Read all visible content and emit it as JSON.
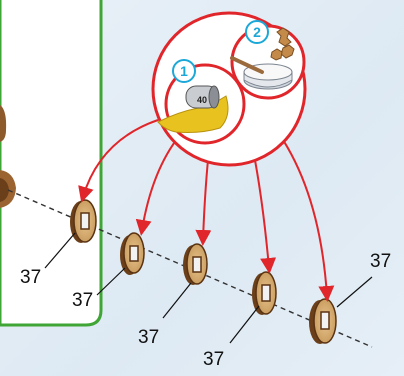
{
  "callout": {
    "steps": [
      {
        "number": "1",
        "icon": "sandpaper-roll-icon",
        "text": "40"
      },
      {
        "number": "2",
        "icon": "glue-bowl-icon"
      }
    ],
    "colors": {
      "ring": "#e0262b",
      "arrows": "#e0262b",
      "step_badge": "#1ba8d8",
      "panel_border": "#3fa535"
    }
  },
  "parts": [
    {
      "label": "37"
    },
    {
      "label": "37"
    },
    {
      "label": "37"
    },
    {
      "label": "37"
    },
    {
      "label": "37"
    }
  ]
}
